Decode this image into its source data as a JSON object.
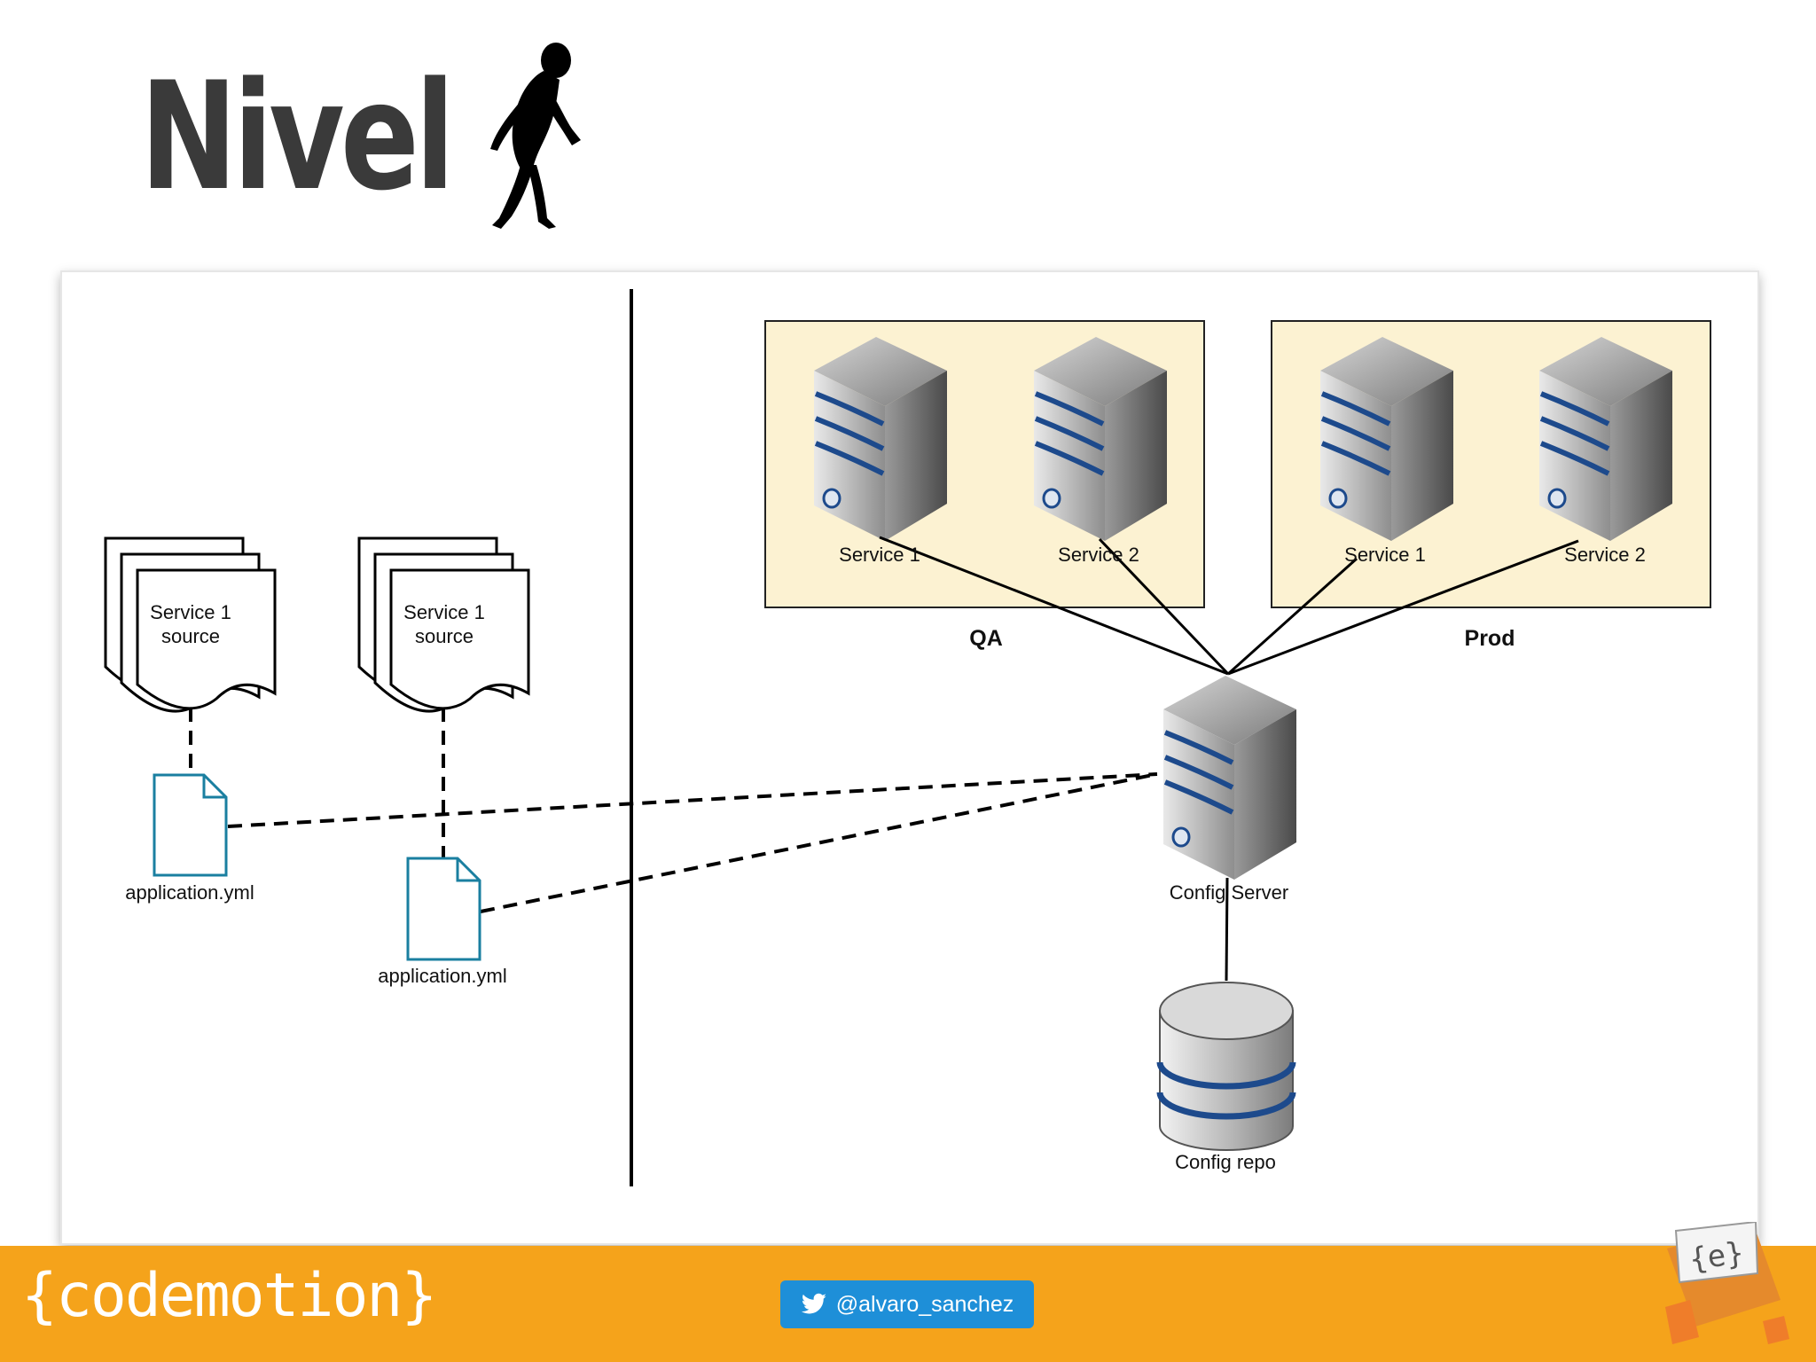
{
  "slide": {
    "title": "Nivel",
    "twitter_handle": "@alvaro_sanchez",
    "brand_text": "{codemotion}",
    "badge_text": "{e}",
    "colors": {
      "footer": "#f5a31b",
      "twitter": "#1e8fd8",
      "title": "#3a3a3a",
      "env_box": "#fcf2d2",
      "file_icon": "#1a7fa0",
      "server_stripe": "#1d4a8c"
    }
  },
  "diagram": {
    "left": {
      "sources": [
        {
          "line1": "Service 1",
          "line2": "source"
        },
        {
          "line1": "Service 1",
          "line2": "source"
        }
      ],
      "files": [
        {
          "label": "application.yml"
        },
        {
          "label": "application.yml"
        }
      ]
    },
    "environments": [
      {
        "name": "QA",
        "services": [
          "Service 1",
          "Service 2"
        ]
      },
      {
        "name": "Prod",
        "services": [
          "Service 1",
          "Service 2"
        ]
      }
    ],
    "config_server": {
      "label": "Config Server"
    },
    "config_repo": {
      "label": "Config repo"
    }
  }
}
